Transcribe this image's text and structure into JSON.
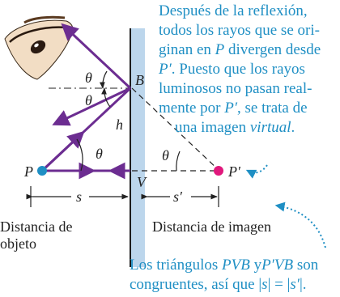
{
  "colors": {
    "purple": "#6c2d91",
    "blue": "#1f8fc4",
    "pink": "#e0187c",
    "mirror": "#bcd6ec",
    "dark": "#222222"
  },
  "labels": {
    "P": "P",
    "P_prime": "P′",
    "B": "B",
    "V": "V",
    "h": "h",
    "theta": "θ",
    "s": "s",
    "s_prime": "s′",
    "object_distance_line1": "Distancia de",
    "object_distance_line2": "objeto",
    "image_distance": "Distancia de imagen"
  },
  "note_top": {
    "l1": "Después de la reflexión,",
    "l2": "todos los rayos que se ori-",
    "l3a": "ginan en ",
    "l3p": "P",
    "l3b": " divergen desde",
    "l4p": "P′",
    "l4b": ". Puesto que los rayos",
    "l5": "luminosos no pasan real-",
    "l6a": "mente por ",
    "l6p": "P′",
    "l6b": ", se trata de",
    "l7a": "una imagen ",
    "l7b": "virtual",
    "l7c": "."
  },
  "note_bottom": {
    "l1a": "Los triángulos ",
    "l1b": "PVB",
    "l1c": " y",
    "l1d": "P′VB",
    "l1e": " son",
    "l2a": "congruentes, así que |",
    "l2b": "s",
    "l2c": "| = |",
    "l2d": "s′",
    "l2e": "|."
  },
  "icons": {
    "eye": "eye-icon"
  }
}
